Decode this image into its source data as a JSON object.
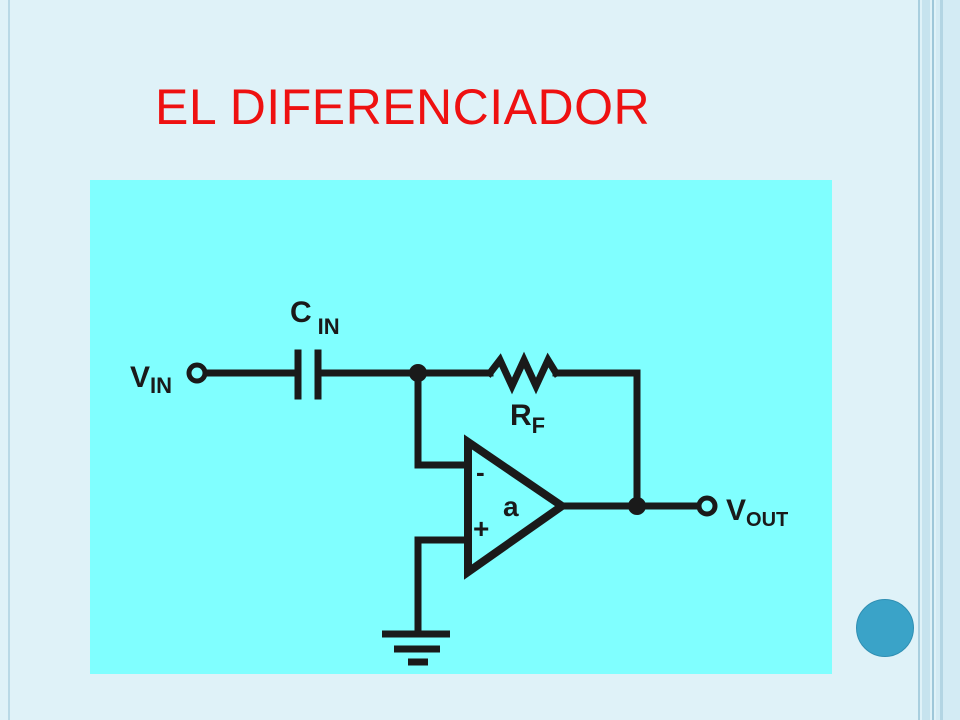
{
  "slide": {
    "title": "EL DIFERENCIADOR"
  },
  "diagram": {
    "background_color": "#80ffff",
    "title_color": "#ee1111",
    "labels": {
      "vin_main": "V",
      "vin_sub": "IN",
      "cin_main": "C",
      "cin_sub": "IN",
      "rf_main": "R",
      "rf_sub": "F",
      "vout_main": "V",
      "vout_sub": "OUT",
      "opamp_gain": "a",
      "inverting_sign": "-",
      "noninverting_sign": "+"
    }
  }
}
